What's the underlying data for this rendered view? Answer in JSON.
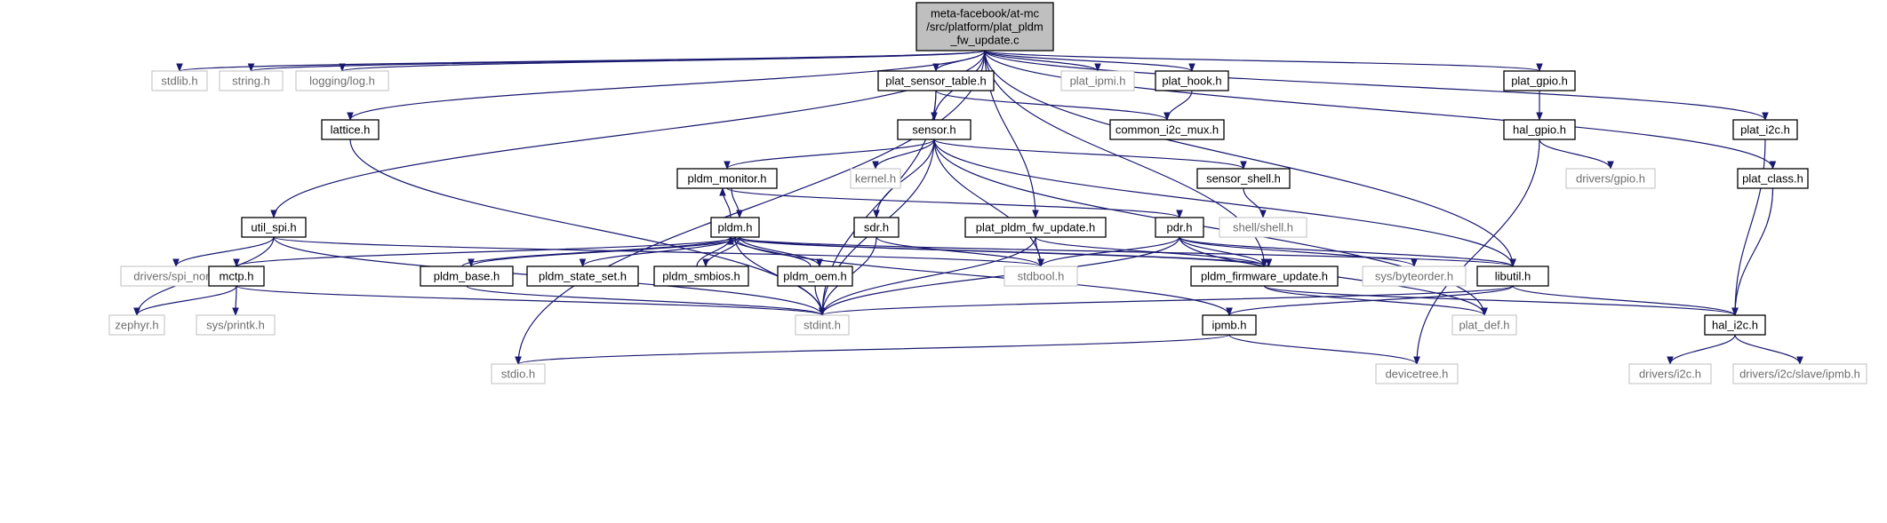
{
  "nodes": {
    "root": [
      "meta-facebook/at-mc",
      "/src/platform/plat_pldm",
      "_fw_update.c"
    ],
    "stdlib": "stdlib.h",
    "string": "string.h",
    "log": "logging/log.h",
    "plat_sensor_table": "plat_sensor_table.h",
    "plat_ipmi": "plat_ipmi.h",
    "plat_hook": "plat_hook.h",
    "plat_gpio": "plat_gpio.h",
    "plat_i2c": "plat_i2c.h",
    "lattice": "lattice.h",
    "sensor": "sensor.h",
    "common_i2c_mux": "common_i2c_mux.h",
    "hal_gpio": "hal_gpio.h",
    "pldm_monitor": "pldm_monitor.h",
    "kernel": "kernel.h",
    "sensor_shell": "sensor_shell.h",
    "drivers_gpio": "drivers/gpio.h",
    "plat_class": "plat_class.h",
    "util_spi": "util_spi.h",
    "pldm": "pldm.h",
    "sdr": "sdr.h",
    "plat_pldm_fw_update": "plat_pldm_fw_update.h",
    "pdr": "pdr.h",
    "shell": "shell/shell.h",
    "drivers_spi_nor": "drivers/spi_nor.h",
    "mctp": "mctp.h",
    "pldm_base": "pldm_base.h",
    "pldm_state_set": "pldm_state_set.h",
    "pldm_smbios": "pldm_smbios.h",
    "pldm_oem": "pldm_oem.h",
    "stdbool": "stdbool.h",
    "pldm_firmware_update": "pldm_firmware_update.h",
    "sys_byteorder": "sys/byteorder.h",
    "libutil": "libutil.h",
    "zephyr": "zephyr.h",
    "sys_printk": "sys/printk.h",
    "stdint": "stdint.h",
    "ipmb": "ipmb.h",
    "plat_def": "plat_def.h",
    "hal_i2c": "hal_i2c.h",
    "stdio": "stdio.h",
    "devicetree": "devicetree.h",
    "drivers_i2c": "drivers/i2c.h",
    "drivers_i2c_slave_ipmb": "drivers/i2c/slave/ipmb.h"
  },
  "colors": {
    "edge": "#191970",
    "root_fill": "#bfbfbf",
    "external_border": "#bfbfbf",
    "external_text": "#6e6e6e"
  }
}
